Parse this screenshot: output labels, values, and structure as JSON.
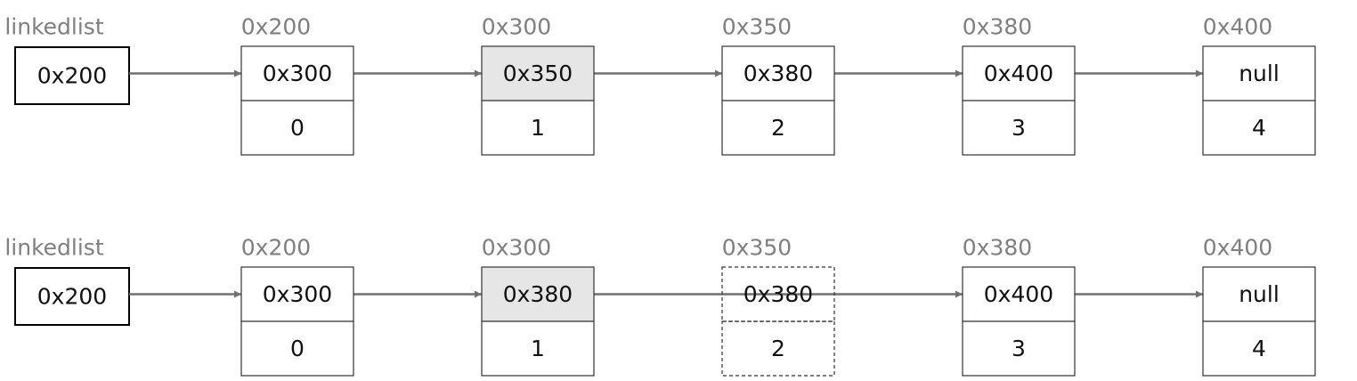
{
  "colors": {
    "arrow": "#707070",
    "highlight": "#e6e6e6",
    "label": "#7f7f7f",
    "stroke": "#333333"
  },
  "rows": [
    {
      "head": {
        "label": "linkedlist",
        "value": "0x200"
      },
      "nodes": [
        {
          "address": "0x200",
          "next": "0x300",
          "data": "0",
          "highlighted": false,
          "removed": false
        },
        {
          "address": "0x300",
          "next": "0x350",
          "data": "1",
          "highlighted": true,
          "removed": false
        },
        {
          "address": "0x350",
          "next": "0x380",
          "data": "2",
          "highlighted": false,
          "removed": false
        },
        {
          "address": "0x380",
          "next": "0x400",
          "data": "3",
          "highlighted": false,
          "removed": false
        },
        {
          "address": "0x400",
          "next": "null",
          "data": "4",
          "highlighted": false,
          "removed": false
        }
      ]
    },
    {
      "head": {
        "label": "linkedlist",
        "value": "0x200"
      },
      "nodes": [
        {
          "address": "0x200",
          "next": "0x300",
          "data": "0",
          "highlighted": false,
          "removed": false
        },
        {
          "address": "0x300",
          "next": "0x380",
          "data": "1",
          "highlighted": true,
          "removed": false
        },
        {
          "address": "0x350",
          "next": "0x380",
          "data": "2",
          "highlighted": false,
          "removed": true
        },
        {
          "address": "0x380",
          "next": "0x400",
          "data": "3",
          "highlighted": false,
          "removed": false
        },
        {
          "address": "0x400",
          "next": "null",
          "data": "4",
          "highlighted": false,
          "removed": false
        }
      ]
    }
  ]
}
